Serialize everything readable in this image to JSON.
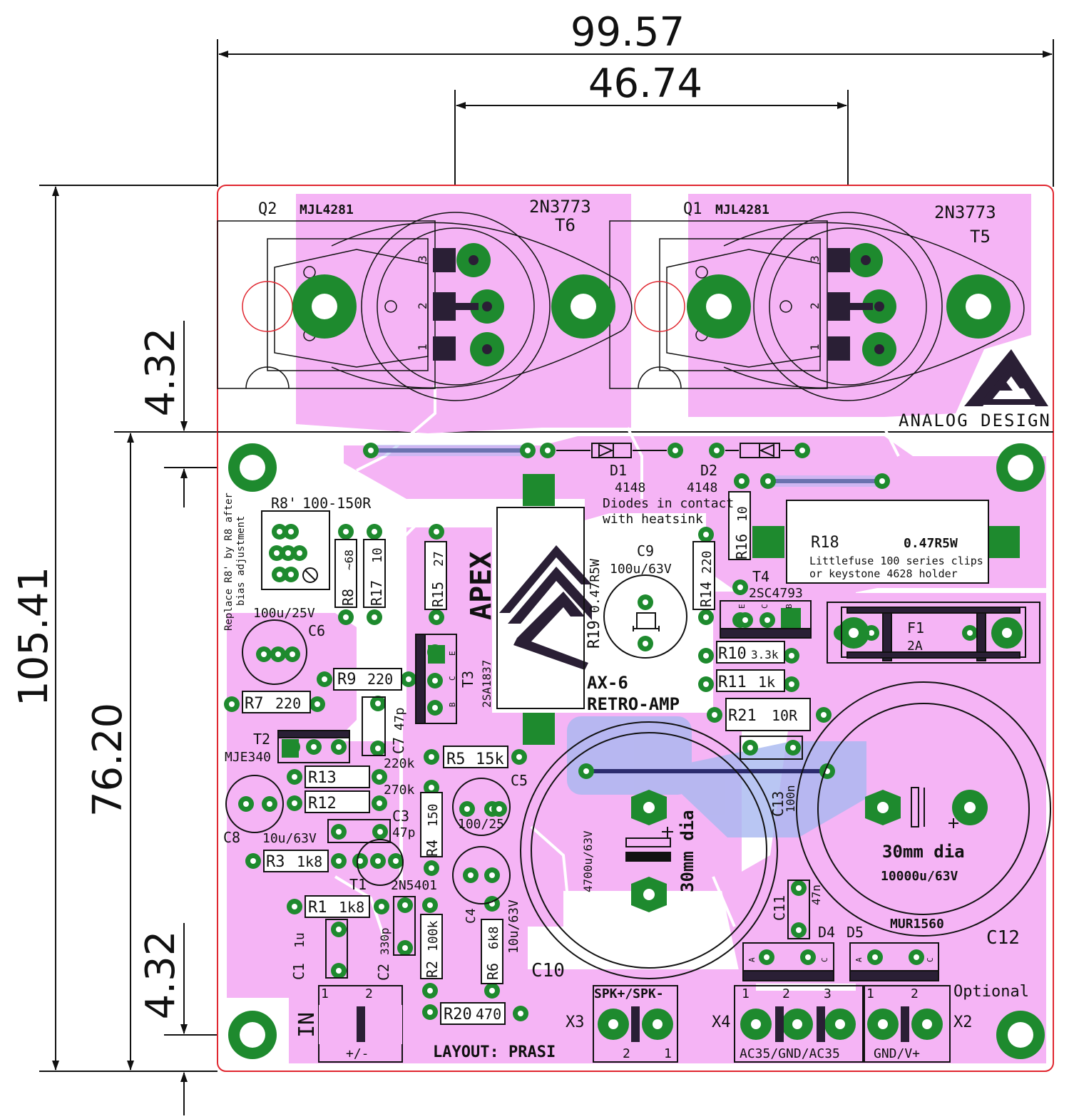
{
  "dimensions": {
    "top_width": "99.57",
    "transistor_spacing": "46.74",
    "total_height": "105.41",
    "lower_height": "76.20",
    "hole_offset_top": "4.32",
    "hole_offset_bottom": "4.32"
  },
  "header": {
    "q2": "Q2",
    "q2_part": "MJL4281",
    "t6_part": "2N3773",
    "t6": "T6",
    "q1": "Q1",
    "q1_part": "MJL4281",
    "t5_part": "2N3773",
    "t5": "T5",
    "pin3": "3",
    "pin2": "2",
    "pin1": "1"
  },
  "brand": {
    "name": "ANALOG DESIGN",
    "apex": "APEX",
    "model": "AX-6",
    "subtitle": "RETRO-AMP",
    "layout_credit": "LAYOUT: PRASI"
  },
  "labels": {
    "d1": "D1",
    "d1_val": "4148",
    "d2": "D2",
    "d2_val": "4148",
    "diodes_note_1": "Diodes in contact",
    "diodes_note_2": "with heatsink",
    "r8p": "R8'",
    "r8p_val": "100-150R",
    "replace_note_1": "Replace R8' by R8 after",
    "replace_note_2": "bias adjustment",
    "r8": "R8",
    "r8_val": "~68",
    "r17": "R17",
    "r17_val": "10",
    "r15": "R15",
    "r15_val": "27",
    "r19": "R19",
    "r19_val": "0.47R5W",
    "c9": "C9",
    "c9_val": "100u/63V",
    "r14": "R14",
    "r14_val": "220",
    "r16": "R16",
    "r16_val": "10",
    "t4": "T4",
    "t4_part": "2SC4793",
    "r18": "R18",
    "r18_val": "0.47R5W",
    "r18_note_1": "Littlefuse 100 series clips",
    "r18_note_2": "or keystone 4628 holder",
    "f1": "F1",
    "f1_val": "2A",
    "c6_val": "100u/25V",
    "c6": "C6",
    "r9": "R9",
    "r9_val": "220",
    "t3": "T3",
    "t3_part": "2SA1837",
    "r10": "R10",
    "r10_val": "3.3k",
    "r11": "R11",
    "r11_val": "1k",
    "r21": "R21",
    "r21_val": "10R",
    "r7": "R7",
    "r7_val": "220",
    "t2": "T2",
    "t2_part": "MJE340",
    "c7": "C7",
    "c7_val": "47p",
    "r13": "R13",
    "r13_val": "220k",
    "r12": "R12",
    "r12_val": "270k",
    "r5": "R5",
    "r5_val": "15k",
    "c5": "C5",
    "c8": "C8",
    "c8_val": "10u/63V",
    "c3": "C3",
    "c3_val": "47p",
    "r4": "R4",
    "r4_val": "150",
    "c5_val": "100/25",
    "c13": "C13",
    "c13_val": "100n",
    "c10_val": "4700u/63V",
    "c10_dia": "30mm dia",
    "c10": "C10",
    "c12_dia": "30mm dia",
    "c12_val": "10000u/63V",
    "c12": "C12",
    "r3": "R3",
    "r3_val": "1k8",
    "t1": "T1",
    "t1_part": "2N5401",
    "r1": "R1",
    "r1_val": "1k8",
    "c4": "C4",
    "c4_val": "10u/63V",
    "c11": "C11",
    "c11_val": "47n",
    "mur": "MUR1560",
    "d4": "D4",
    "d5": "D5",
    "c1": "C1",
    "c1_val": "1u",
    "c2": "C2",
    "c2_val": "330p",
    "r2": "R2",
    "r2_val": "100k",
    "r6": "R6",
    "r6_val": "6k8",
    "r20": "R20",
    "r20_val": "470",
    "in": "IN",
    "in_pol": "+/-",
    "x3": "X3",
    "x3_top": "SPK+/SPK-",
    "x4": "X4",
    "x4_bottom": "AC35/GND/AC35",
    "x2": "X2",
    "x2_bottom": "GND/V+",
    "optional": "Optional",
    "tb_1": "1",
    "tb_2": "2",
    "tb_3": "3",
    "diode_a": "A",
    "diode_c": "C",
    "t_e": "E",
    "t_c": "C",
    "t_b": "B"
  },
  "colors": {
    "copper_fill": "#f5b4f5",
    "pad": "#1e8a2e",
    "silk": "#111111",
    "edge": "#e0262f",
    "jumper": "#2c2c6e",
    "highlight": "#a8b8f0"
  }
}
